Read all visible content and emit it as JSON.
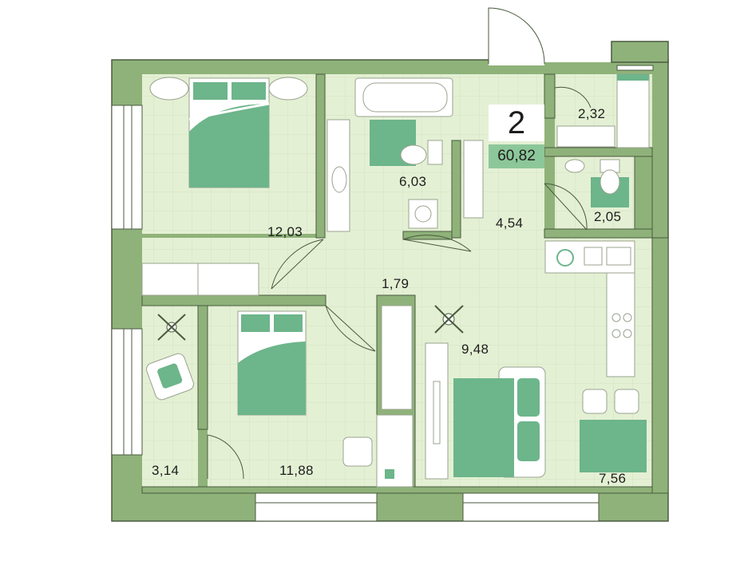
{
  "plan": {
    "rooms_count": "2",
    "total_area": "60,82",
    "rooms": [
      {
        "id": "bedroom-1",
        "area": "12,03"
      },
      {
        "id": "bathroom",
        "area": "6,03"
      },
      {
        "id": "hallway",
        "area": "4,54"
      },
      {
        "id": "storage",
        "area": "2,32"
      },
      {
        "id": "toilet",
        "area": "2,05"
      },
      {
        "id": "corridor",
        "area": "1,79"
      },
      {
        "id": "living-room",
        "area": "9,48"
      },
      {
        "id": "balcony",
        "area": "3,14"
      },
      {
        "id": "bedroom-2",
        "area": "11,88"
      },
      {
        "id": "kitchen",
        "area": "7,56"
      }
    ]
  },
  "colors": {
    "wall": "#8fb27a",
    "wall_outline": "#4a5a3f",
    "floor": "#e3f0d2",
    "furniture_fill": "#6db58b",
    "furniture_light": "#ffffff",
    "accent": "#8cc79a"
  }
}
